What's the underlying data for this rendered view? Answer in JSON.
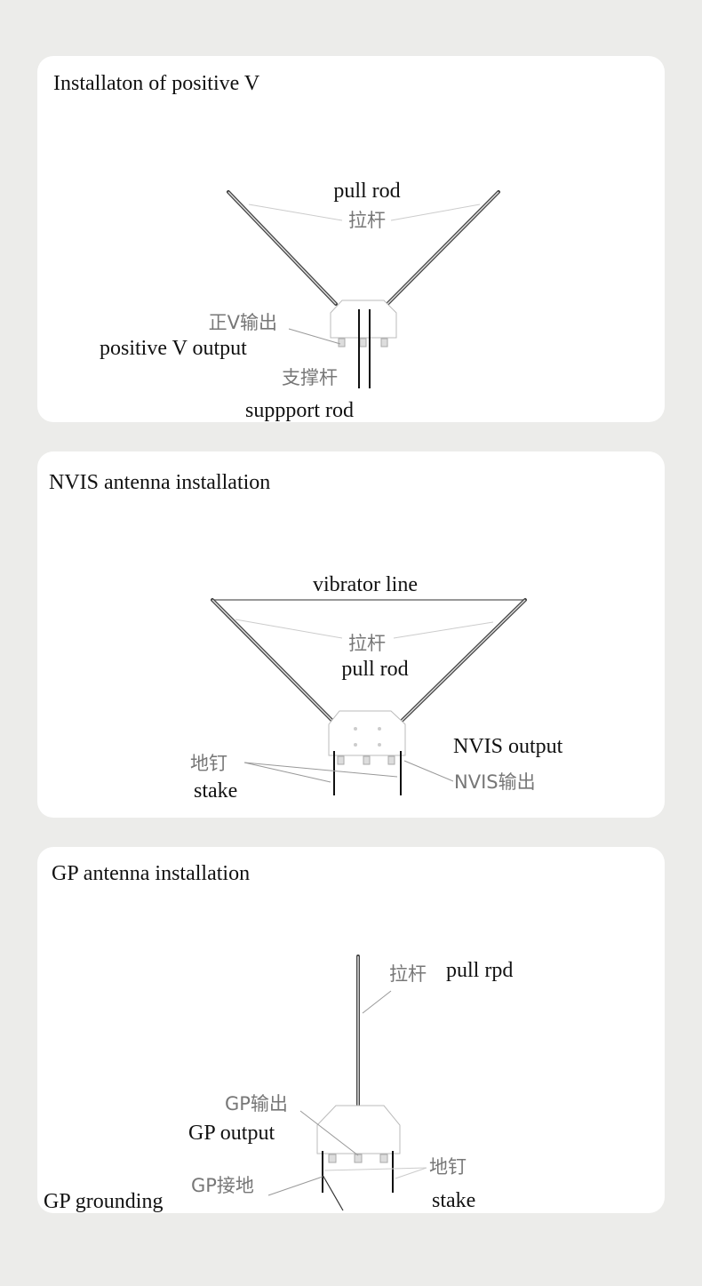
{
  "panels": [
    {
      "title": "Installaton of positive V",
      "labels": {
        "pull_rod_en": "pull rod",
        "pull_rod_zh": "拉杆",
        "output_zh": "正V输出",
        "output_en": "positive V output",
        "support_zh": "支撑杆",
        "support_en": "suppport rod"
      }
    },
    {
      "title": "NVIS antenna installation",
      "labels": {
        "vibrator_en": "vibrator line",
        "pull_rod_zh": "拉杆",
        "pull_rod_en": "pull rod",
        "stake_zh": "地钉",
        "stake_en": "stake",
        "output_en": "NVIS output",
        "output_zh": "NVIS输出"
      }
    },
    {
      "title": "GP antenna installation",
      "labels": {
        "pull_rod_zh": "拉杆",
        "pull_rod_en": "pull rpd",
        "output_zh": "GP输出",
        "output_en": "GP output",
        "stake_zh": "地钉",
        "stake_en": "stake",
        "ground_zh": "GP接地",
        "ground_en": "GP grounding"
      }
    }
  ]
}
